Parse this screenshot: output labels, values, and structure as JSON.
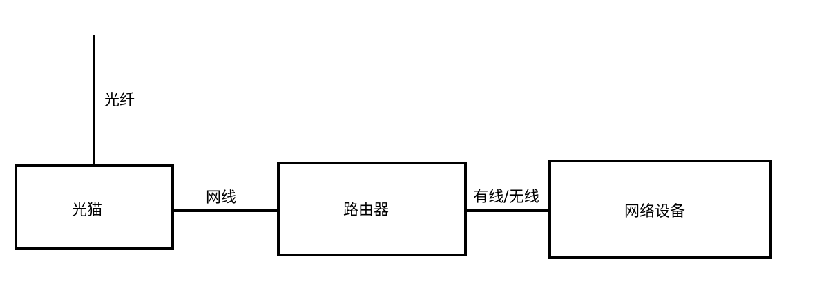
{
  "nodes": {
    "modem": {
      "label": "光猫"
    },
    "router": {
      "label": "路由器"
    },
    "device": {
      "label": "网络设备"
    }
  },
  "edges": {
    "fiber": {
      "label": "光纤"
    },
    "cable": {
      "label": "网线"
    },
    "link": {
      "label": "有线/无线"
    }
  },
  "colors": {
    "stroke": "#000000",
    "background": "#ffffff"
  }
}
